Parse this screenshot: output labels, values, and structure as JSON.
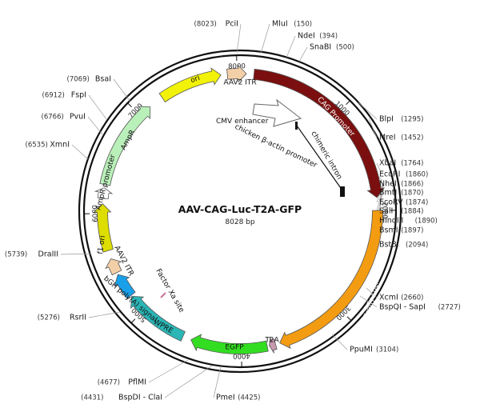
{
  "plasmid": {
    "name": "AAV-CAG-Luc-T2A-GFP",
    "size_label": "8028 bp",
    "total_bp": 8028
  },
  "ticks": [
    {
      "bp": 1000,
      "label": "1000"
    },
    {
      "bp": 2000,
      "label": "2000"
    },
    {
      "bp": 3000,
      "label": "3000"
    },
    {
      "bp": 4000,
      "label": "4000"
    },
    {
      "bp": 5000,
      "label": "5000"
    },
    {
      "bp": 6000,
      "label": "6000"
    },
    {
      "bp": 7000,
      "label": "7000"
    },
    {
      "bp": 8000,
      "label": "8000"
    }
  ],
  "features": [
    {
      "name": "CAG Promoter",
      "start": 130,
      "end": 1880,
      "color": "#7b0f0f",
      "label_inside": true
    },
    {
      "name": "Firefly Luciferase",
      "start": 2000,
      "end": 3640,
      "color": "#f39c12",
      "label_inside": true
    },
    {
      "name": "T2A",
      "start": 3680,
      "end": 3740,
      "color": "#c79ab0",
      "label_inside": false
    },
    {
      "name": "EGFP",
      "start": 3760,
      "end": 4480,
      "color": "#33dd22",
      "label_inside": false
    },
    {
      "name": "WPRE",
      "start": 4560,
      "end": 5170,
      "color": "#2bb5b5",
      "label_inside": true
    },
    {
      "name": "bGH poly(A) signal",
      "start": 5180,
      "end": 5410,
      "color": "#1aa0e8",
      "label_inside": false
    },
    {
      "name": "AAV2 ITR",
      "start": 5430,
      "end": 5570,
      "color": "#f3cfa8",
      "label_inside": false
    },
    {
      "name": "f1 ori",
      "start": 5650,
      "end": 6090,
      "color": "#dddd00",
      "label_inside": true
    },
    {
      "name": "AmpR promoter",
      "start": 6140,
      "end": 6240,
      "color": "#ffffff",
      "label_inside": false
    },
    {
      "name": "AmpR",
      "start": 6270,
      "end": 7120,
      "color": "#b9f0b9",
      "label_inside": false
    },
    {
      "name": "ori",
      "start": 7260,
      "end": 7850,
      "color": "#f1f10a",
      "label_inside": true
    },
    {
      "name": "AAV2 ITR",
      "start": 7910,
      "end": 60,
      "color": "#f3cfa8",
      "label_inside": false
    }
  ],
  "sites": [
    {
      "name": "PciI",
      "pos": "(8023)"
    },
    {
      "name": "MluI",
      "pos": "(150)"
    },
    {
      "name": "NdeI",
      "pos": "(394)"
    },
    {
      "name": "SnaBI",
      "pos": "(500)"
    },
    {
      "name": "BlpI",
      "pos": "(1295)"
    },
    {
      "name": "MreI",
      "pos": "(1452)"
    },
    {
      "name": "XbaI",
      "pos": "(1764)"
    },
    {
      "name": "EcoRI",
      "pos": "(1860)"
    },
    {
      "name": "NheI",
      "pos": "(1866)"
    },
    {
      "name": "BmtI",
      "pos": "(1870)"
    },
    {
      "name": "EcoRV",
      "pos": "(1874)"
    },
    {
      "name": "SalI",
      "pos": "(1884)"
    },
    {
      "name": "HindIII",
      "pos": "(1890)"
    },
    {
      "name": "BsmI",
      "pos": "(1897)"
    },
    {
      "name": "BstBI",
      "pos": "(2094)"
    },
    {
      "name": "XcmI",
      "pos": "(2660)"
    },
    {
      "name": "BspQI - SapI",
      "pos": "(2727)"
    },
    {
      "name": "PpuMI",
      "pos": "(3104)"
    },
    {
      "name": "PmeI",
      "pos": "(4425)"
    },
    {
      "name": "BspDI - ClaI",
      "pos": "(4431)"
    },
    {
      "name": "PflMI",
      "pos": "(4677)"
    },
    {
      "name": "RsrII",
      "pos": "(5276)"
    },
    {
      "name": "DraIII",
      "pos": "(5739)"
    },
    {
      "name": "XmnI",
      "pos": "(6535)"
    },
    {
      "name": "PvuI",
      "pos": "(6766)"
    },
    {
      "name": "FspI",
      "pos": "(6912)"
    },
    {
      "name": "BsaI",
      "pos": "(7069)"
    }
  ],
  "inner_features": {
    "cmv_enhancer_1": "CMV enhancer",
    "cmv_enhancer_2": "chicken β-actin promoter",
    "chimeric_intron": "chimeric intron",
    "factor_xa": "Factor Xa site"
  }
}
